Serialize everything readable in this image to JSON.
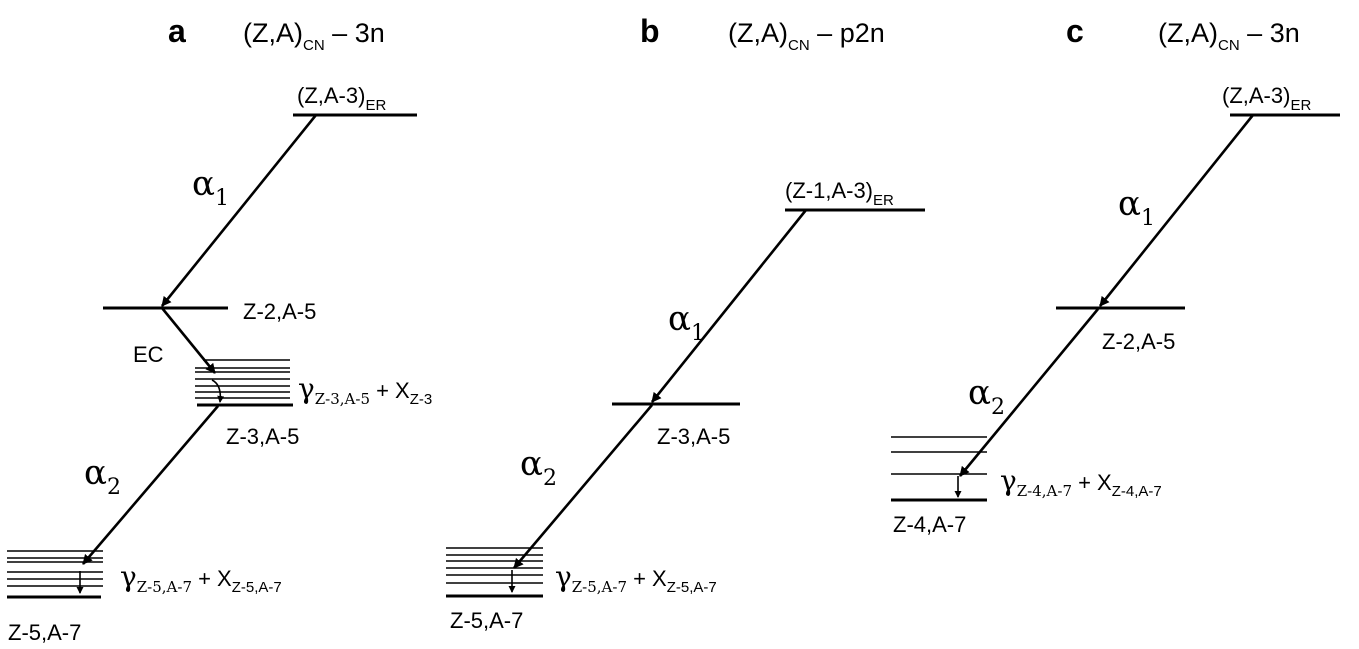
{
  "panels": [
    {
      "letter": "a",
      "title_main": "(Z,A)",
      "title_sub": "CN",
      "title_rest": " – 3n",
      "er_main": "(Z,A-3)",
      "er_sub": "ER",
      "alpha1": "α",
      "alpha1_sub": "1",
      "level1": "Z-2,A-5",
      "ec": "EC",
      "gamma1": "γ",
      "gamma1_sub": "Z-3,A-5",
      "gamma1_plus": " + X",
      "gamma1_xsub": "Z-3",
      "level2": "Z-3,A-5",
      "alpha2": "α",
      "alpha2_sub": "2",
      "gamma2": "γ",
      "gamma2_sub": "Z-5,A-7",
      "gamma2_plus": " + X",
      "gamma2_xsub": "Z-5,A-7",
      "level3": "Z-5,A-7"
    },
    {
      "letter": "b",
      "title_main": "(Z,A)",
      "title_sub": "CN",
      "title_rest": " – p2n",
      "er_main": "(Z-1,A-3)",
      "er_sub": "ER",
      "alpha1": "α",
      "alpha1_sub": "1",
      "level1": "Z-3,A-5",
      "alpha2": "α",
      "alpha2_sub": "2",
      "gamma": "γ",
      "gamma_sub": "Z-5,A-7",
      "gamma_plus": " + X",
      "gamma_xsub": "Z-5,A-7",
      "level2": "Z-5,A-7"
    },
    {
      "letter": "c",
      "title_main": "(Z,A)",
      "title_sub": "CN",
      "title_rest": " – 3n",
      "er_main": "(Z,A-3)",
      "er_sub": "ER",
      "alpha1": "α",
      "alpha1_sub": "1",
      "level1": "Z-2,A-5",
      "alpha2": "α",
      "alpha2_sub": "2",
      "gamma": "γ",
      "gamma_sub": "Z-4,A-7",
      "gamma_plus": " + X",
      "gamma_xsub": "Z-4,A-7",
      "level2": "Z-4,A-7"
    }
  ]
}
